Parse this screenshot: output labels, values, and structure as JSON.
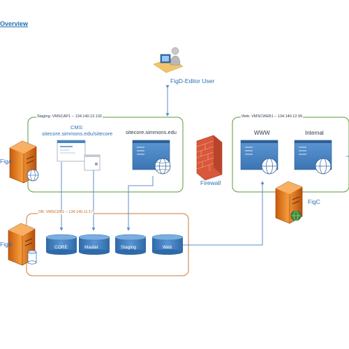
{
  "page": {
    "title": "Overview"
  },
  "nodes": {
    "editor_user": {
      "label": "FigD-Editor User"
    },
    "server_a": {
      "label": "FigA"
    },
    "server_b": {
      "label": "FigB"
    },
    "server_c": {
      "label": "FigC"
    },
    "firewall": {
      "label": "Firewall"
    }
  },
  "groups": {
    "staging": {
      "label": "Staging: VMSCAP1  -- 134.140.13.132",
      "cms_title": "CMS:",
      "cms_url": "sitecore.simmons.edu/sitecore",
      "site_url": "sitecore.simmons.edu"
    },
    "db": {
      "label": "DB: VMSCDB1 – 134.140.11.17",
      "databases": [
        "CORE",
        "Master",
        "Staging",
        "Web"
      ]
    },
    "web": {
      "label": "Web: VMSCWEB1 – 134.140.12.99",
      "sites": [
        "WWW",
        "Internal"
      ]
    }
  },
  "colors": {
    "staging_border": "#5a9a3a",
    "db_border": "#d07a30",
    "web_border": "#5a9a3a",
    "window_blue": "#4a86c5",
    "db_blue": "#3f7fc2",
    "connector": "#5b8fc9",
    "server_orange": "#e87a1c",
    "firewall_red": "#d9573a"
  }
}
